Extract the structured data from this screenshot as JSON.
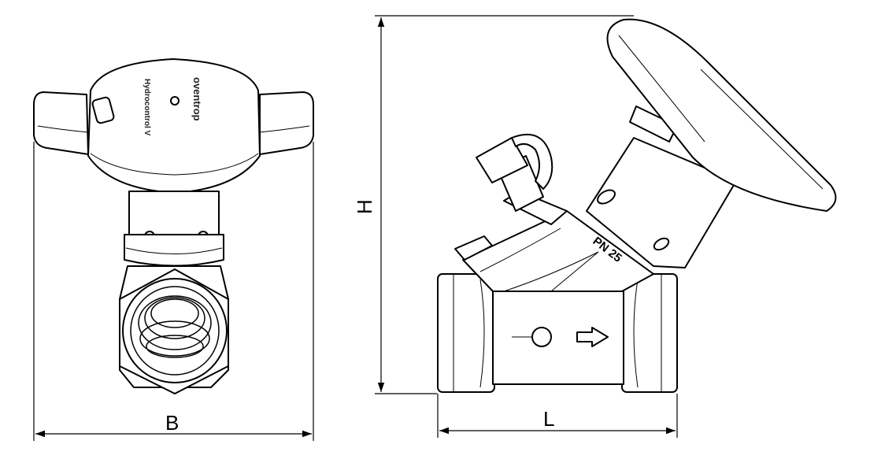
{
  "dimensions": {
    "width_label": "B",
    "height_label": "H",
    "length_label": "L"
  },
  "markings": {
    "brand": "oventrop",
    "model": "Hydrocontrol V",
    "pressure_rating": "PN 25"
  },
  "colors": {
    "line": "#000000",
    "background": "#ffffff",
    "shade": "#e9e9e9"
  }
}
